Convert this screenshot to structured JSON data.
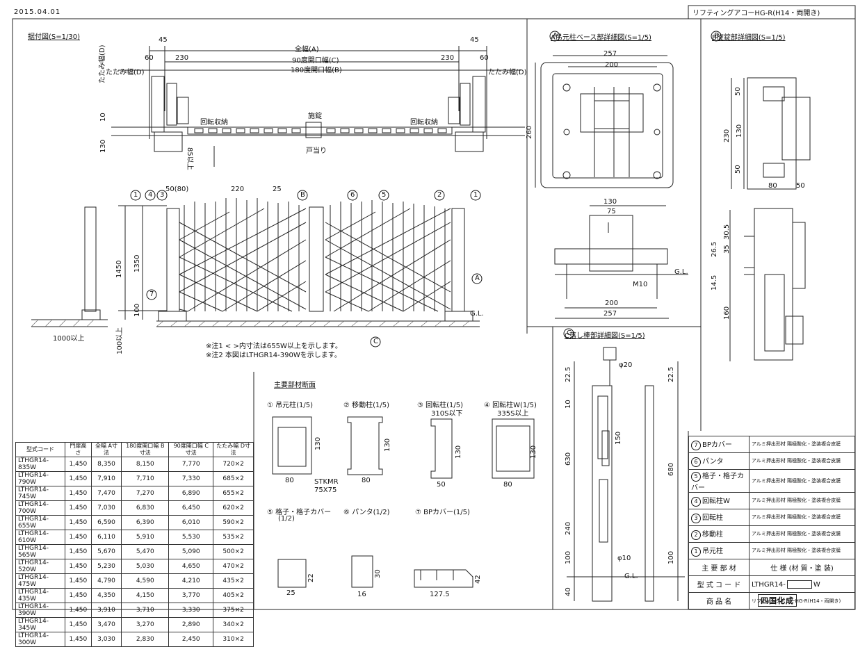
{
  "header": {
    "date": "2015.04.01",
    "title": "リフティングアコーHG-R(H14・両開き)"
  },
  "views": {
    "plan": "据付図(S=1/30)",
    "detail_a": "A吊元柱ベース部詳細図(S=1/5)",
    "detail_b": "B旋錠部詳細図(S=1/5)",
    "detail_c": "C落し棒部詳細図(S=1/5)",
    "sections": "主要部材断面"
  },
  "plan_dims": {
    "full": "全幅(A)",
    "open90": "90度開口幅(C)",
    "open180": "180度開口幅(B)",
    "fold": "たたみ幅(D)",
    "fold_v": "たたみ幅(D)",
    "d45l": "45",
    "d45r": "45",
    "d60l": "60",
    "d60r": "60",
    "d230l": "230",
    "d230r": "230",
    "d10": "10",
    "d130": "130",
    "d85": "85以上",
    "rot_l": "回転収納",
    "rot_r": "回転収納",
    "lock": "施錠",
    "stop": "戸当り"
  },
  "elev_dims": {
    "d50": "50(80)",
    "d220": "220",
    "d25": "25",
    "h1450": "1450",
    "h1350": "1350",
    "h100": "100",
    "base1000": "1000以上",
    "base100": "100以上",
    "gl": "G.L."
  },
  "callouts": {
    "c1": "1",
    "c2": "2",
    "c3": "3",
    "c4": "4",
    "c5": "5",
    "c6": "6",
    "c7": "7",
    "cA": "A",
    "cB": "B",
    "cC": "C"
  },
  "notes": {
    "n1": "※注1  < >内寸法は655W以上を示します。",
    "n2": "※注2  本図はLTHGR14-390Wを示します。"
  },
  "detail_a_dims": {
    "w257": "257",
    "w200": "200",
    "h260": "260",
    "w130": "130",
    "w75": "75",
    "m10": "M10",
    "w200b": "200",
    "w257b": "257",
    "gl": "G.L."
  },
  "detail_b_dims": {
    "h50a": "50",
    "h230": "230",
    "h130": "130",
    "h50b": "50",
    "w80": "80",
    "w50": "50",
    "h30_5": "30.5",
    "h35": "35",
    "h26_5": "26.5",
    "h14_5": "14.5",
    "h160": "160"
  },
  "detail_c_dims": {
    "phi20": "φ20",
    "h22_5a": "22.5",
    "h22_5b": "22.5",
    "h10": "10",
    "h150": "150",
    "h630": "630",
    "h680": "680",
    "h240": "240",
    "h100a": "100",
    "h100b": "100",
    "phi10": "φ10",
    "h40": "40",
    "gl": "G.L."
  },
  "sections": {
    "s1": "① 吊元柱(1/5)",
    "s2": "② 移動柱(1/5)",
    "s3": "③ 回転柱(1/5)",
    "s3b": "310S以下",
    "s4": "④ 回転柱W(1/5)",
    "s4b": "335S以上",
    "s5": "⑤ 格子・格子カバー",
    "s5b": "(1/2)",
    "s6": "⑥ パンタ(1/2)",
    "s7": "⑦ BPカバー(1/5)",
    "s1_h": "130",
    "s1_w": "80",
    "s1_note": "STKMR",
    "s1_note2": "75X75",
    "s2_h": "130",
    "s2_w": "80",
    "s3_h": "130",
    "s3_w": "50",
    "s4_h": "130",
    "s4_w": "80",
    "s5_h": "22",
    "s5_w": "25",
    "s6_h": "30",
    "s6_w": "16",
    "s7_h": "42",
    "s7_w": "127.5"
  },
  "spec_table": {
    "headers": [
      "型式コード",
      "門扉高さ",
      "全幅 A寸法",
      "180度開口幅 B寸法",
      "90度開口幅 C寸法",
      "たたみ幅 D寸法"
    ],
    "rows": [
      [
        "LTHGR14-835W",
        "1,450",
        "8,350",
        "8,150",
        "7,770",
        "720×2"
      ],
      [
        "LTHGR14-790W",
        "1,450",
        "7,910",
        "7,710",
        "7,330",
        "685×2"
      ],
      [
        "LTHGR14-745W",
        "1,450",
        "7,470",
        "7,270",
        "6,890",
        "655×2"
      ],
      [
        "LTHGR14-700W",
        "1,450",
        "7,030",
        "6,830",
        "6,450",
        "620×2"
      ],
      [
        "LTHGR14-655W",
        "1,450",
        "6,590",
        "6,390",
        "6,010",
        "590×2"
      ],
      [
        "LTHGR14-610W",
        "1,450",
        "6,110",
        "5,910",
        "5,530",
        "535×2"
      ],
      [
        "LTHGR14-565W",
        "1,450",
        "5,670",
        "5,470",
        "5,090",
        "500×2"
      ],
      [
        "LTHGR14-520W",
        "1,450",
        "5,230",
        "5,030",
        "4,650",
        "470×2"
      ],
      [
        "LTHGR14-475W",
        "1,450",
        "4,790",
        "4,590",
        "4,210",
        "435×2"
      ],
      [
        "LTHGR14-435W",
        "1,450",
        "4,350",
        "4,150",
        "3,770",
        "405×2"
      ],
      [
        "LTHGR14-390W",
        "1,450",
        "3,910",
        "3,710",
        "3,330",
        "375×2"
      ],
      [
        "LTHGR14-345W",
        "1,450",
        "3,470",
        "3,270",
        "2,890",
        "340×2"
      ],
      [
        "LTHGR14-300W",
        "1,450",
        "3,030",
        "2,830",
        "2,450",
        "310×2"
      ]
    ]
  },
  "parts_table": {
    "rows": [
      {
        "no": "7",
        "name": "BPカバー",
        "spec": "アルミ押出形材 陽極酸化・塗装複合皮膜"
      },
      {
        "no": "6",
        "name": "パンタ",
        "spec": "アルミ押出形材 陽極酸化・塗装複合皮膜"
      },
      {
        "no": "5",
        "name": "格子・格子カバー",
        "spec": "アルミ押出形材 陽極酸化・塗装複合皮膜"
      },
      {
        "no": "4",
        "name": "回転柱W",
        "spec": "アルミ押出形材 陽極酸化・塗装複合皮膜"
      },
      {
        "no": "3",
        "name": "回転柱",
        "spec": "アルミ押出形材 陽極酸化・塗装複合皮膜"
      },
      {
        "no": "2",
        "name": "移動柱",
        "spec": "アルミ押出形材 陽極酸化・塗装複合皮膜"
      },
      {
        "no": "1",
        "name": "吊元柱",
        "spec": "アルミ押出形材 陽極酸化・塗装複合皮膜"
      }
    ],
    "main_label": "主 要 部 材",
    "spec_label": "仕 様 (材 質・塗 装)",
    "model_label": "型 式 コ ー ド",
    "model_value": "LTHGR14-",
    "model_suffix": "W",
    "product_label": "商 品 名",
    "product_value": "リフティングアコーHG-R(H14・両開き)",
    "logo": "四国化成"
  }
}
